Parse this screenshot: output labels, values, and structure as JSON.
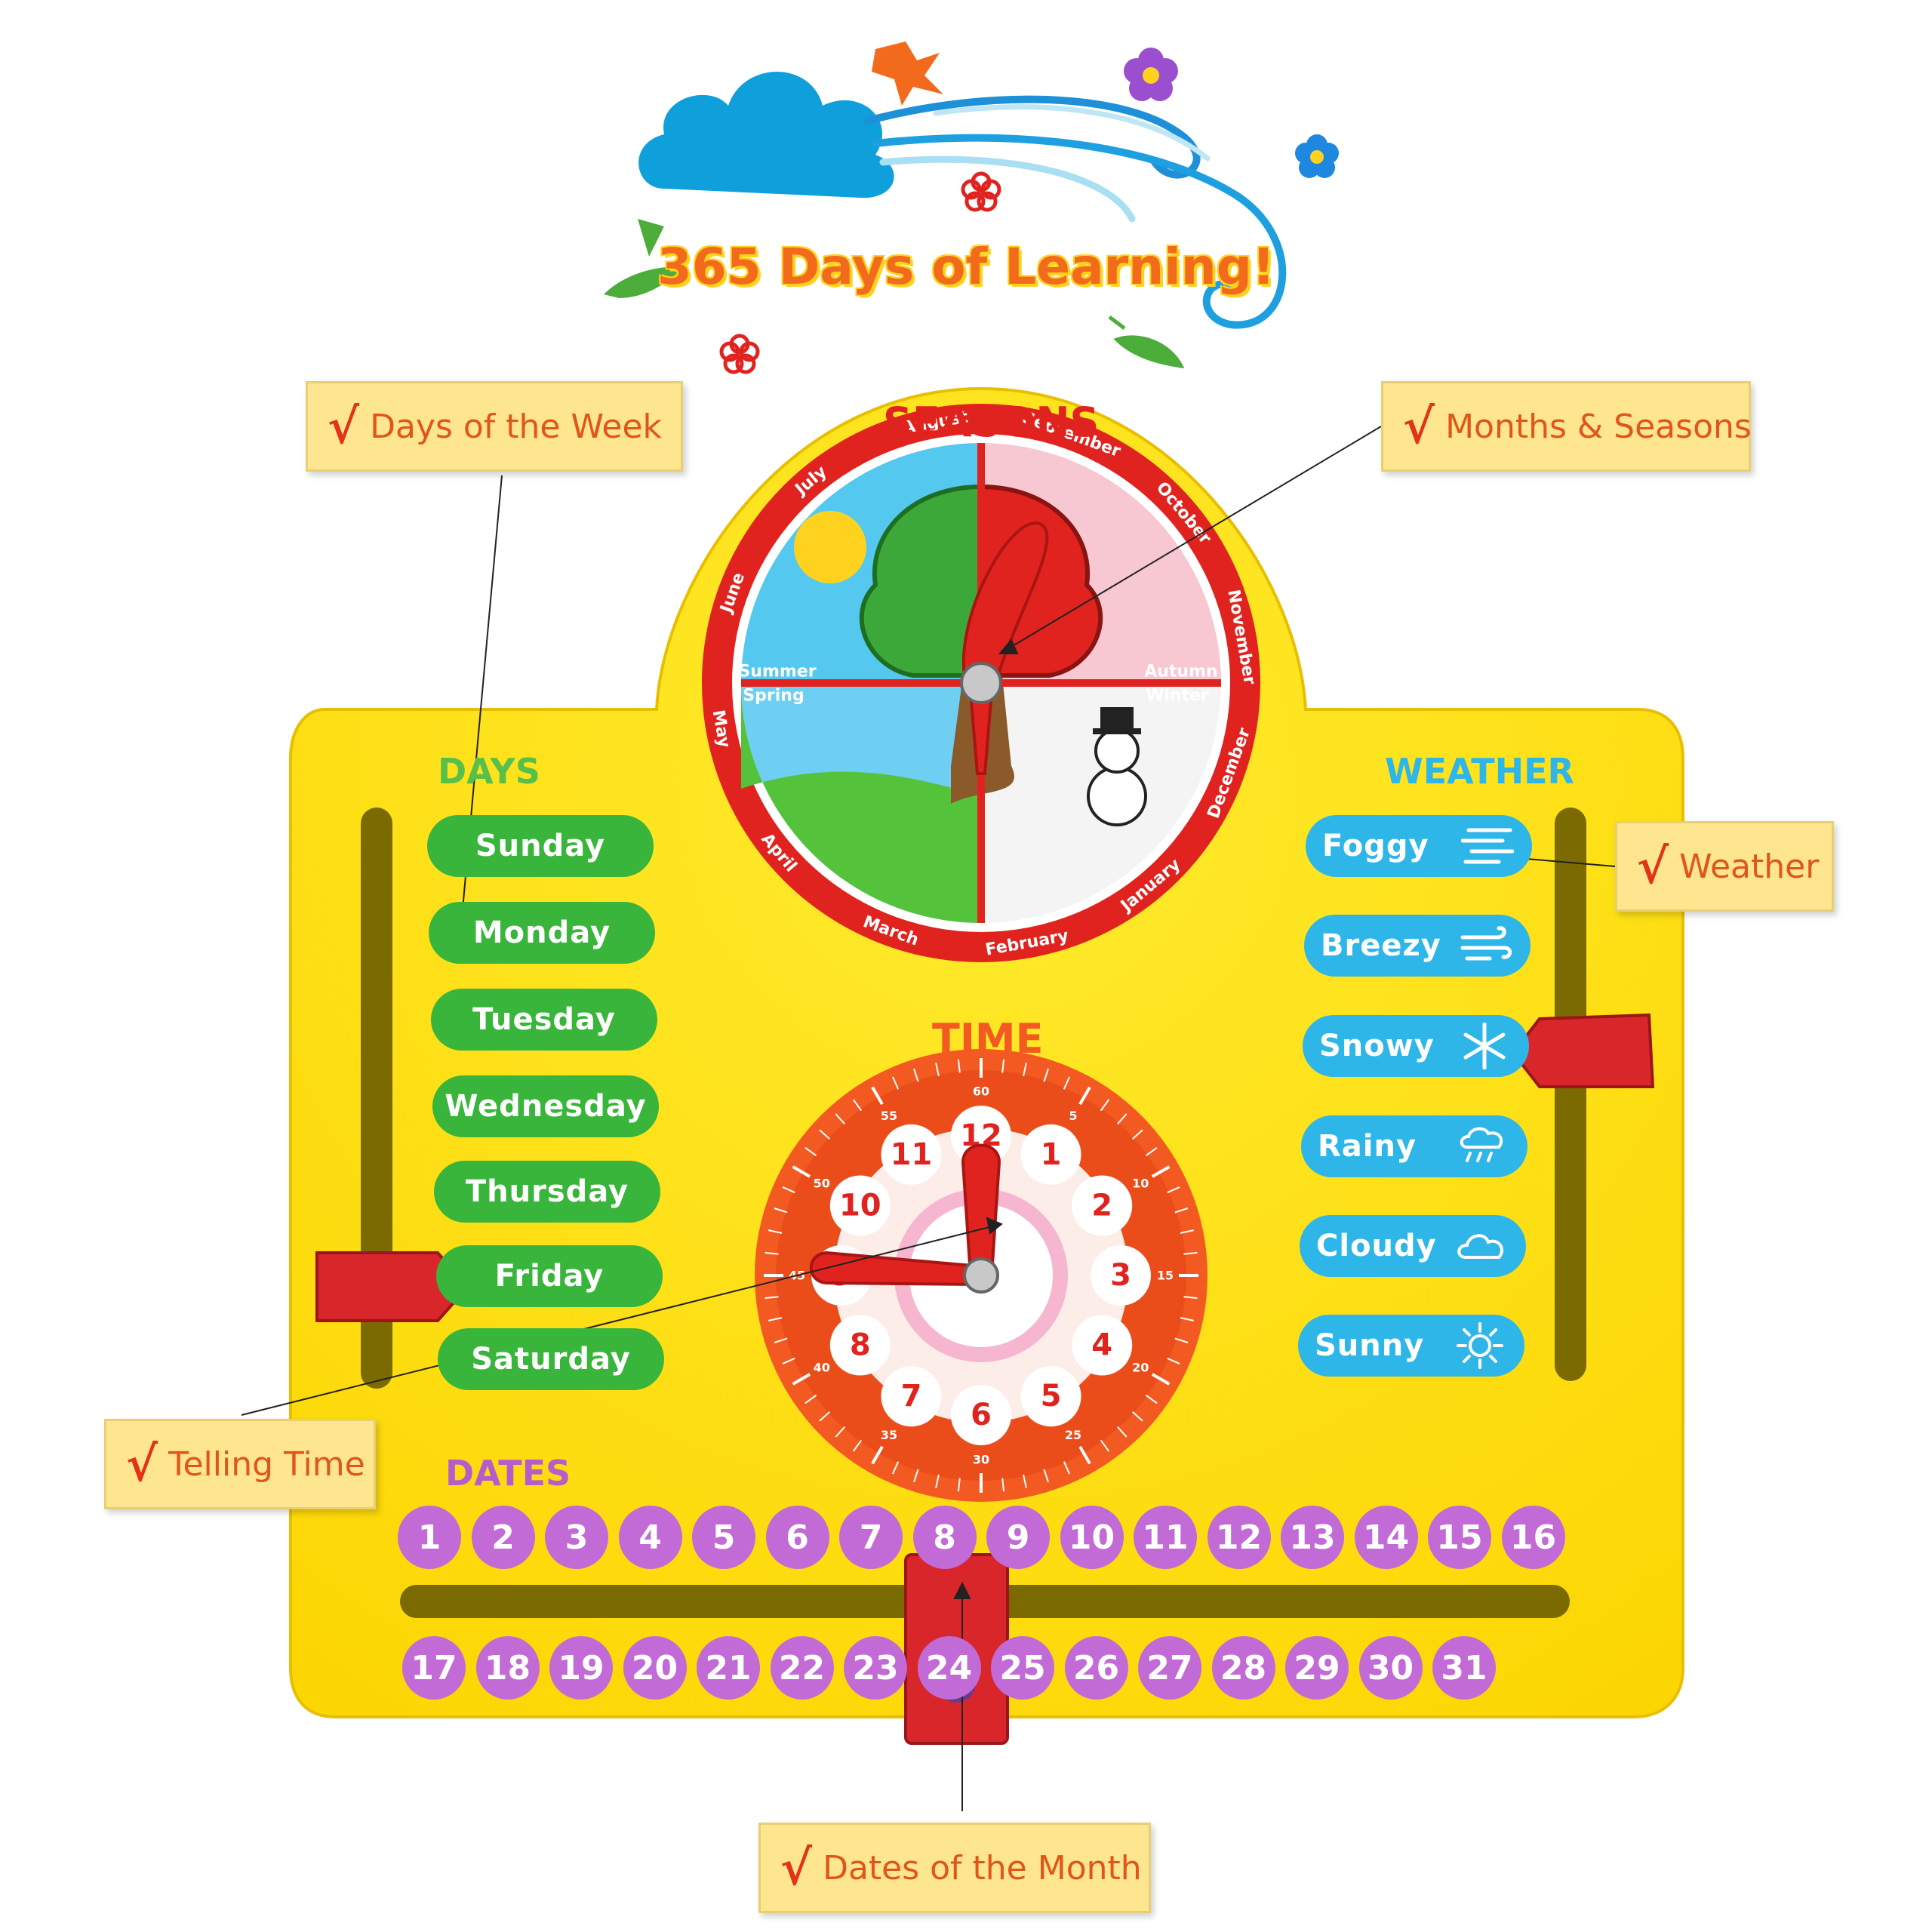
{
  "header": {
    "title": "365 Days of Learning!"
  },
  "callouts": {
    "days": "Days of the Week",
    "months": "Months & Seasons",
    "weather": "Weather",
    "time": "Telling Time",
    "dates": "Dates of the Month",
    "check_mark": "√"
  },
  "board": {
    "seasons_title": "SEASONS",
    "days_title": "DAYS",
    "weather_title": "WEATHER",
    "time_title": "TIME",
    "dates_title": "DATES",
    "days": [
      "Sunday",
      "Monday",
      "Tuesday",
      "Wednesday",
      "Thursday",
      "Friday",
      "Saturday"
    ],
    "weather": [
      "Foggy",
      "Breezy",
      "Snowy",
      "Rainy",
      "Cloudy",
      "Sunny"
    ],
    "months": [
      "August",
      "September",
      "October",
      "November",
      "December",
      "January",
      "February",
      "March",
      "April",
      "May",
      "June",
      "July"
    ],
    "season_names": [
      "Summer",
      "Autumn",
      "Spring",
      "Winter"
    ],
    "clock_hours": [
      "12",
      "1",
      "2",
      "3",
      "4",
      "5",
      "6",
      "7",
      "8",
      "9",
      "10",
      "11"
    ],
    "clock_minutes": [
      "60",
      "5",
      "10",
      "15",
      "20",
      "25",
      "30",
      "35",
      "40",
      "45",
      "50",
      "55"
    ],
    "dates_row1": [
      "1",
      "2",
      "3",
      "4",
      "5",
      "6",
      "7",
      "8",
      "9",
      "10",
      "11",
      "12",
      "13",
      "14",
      "15",
      "16"
    ],
    "dates_row2": [
      "17",
      "18",
      "19",
      "20",
      "21",
      "22",
      "23",
      "24",
      "25",
      "26",
      "27",
      "28",
      "29",
      "30",
      "31"
    ]
  },
  "colors": {
    "board": "#ffe20a",
    "day_pill": "#38b53a",
    "weather_pill": "#2fb6e8",
    "date_circle": "#c26ad6",
    "clock_face": "#f25a22",
    "slider": "#d8262b"
  },
  "icons": [
    "cloud-icon",
    "wind-swirl-icon",
    "flower-icon",
    "leaf-icon",
    "check-icon",
    "fog-icon",
    "breeze-icon",
    "snowflake-icon",
    "rain-cloud-icon",
    "cloud-icon",
    "sun-icon"
  ]
}
